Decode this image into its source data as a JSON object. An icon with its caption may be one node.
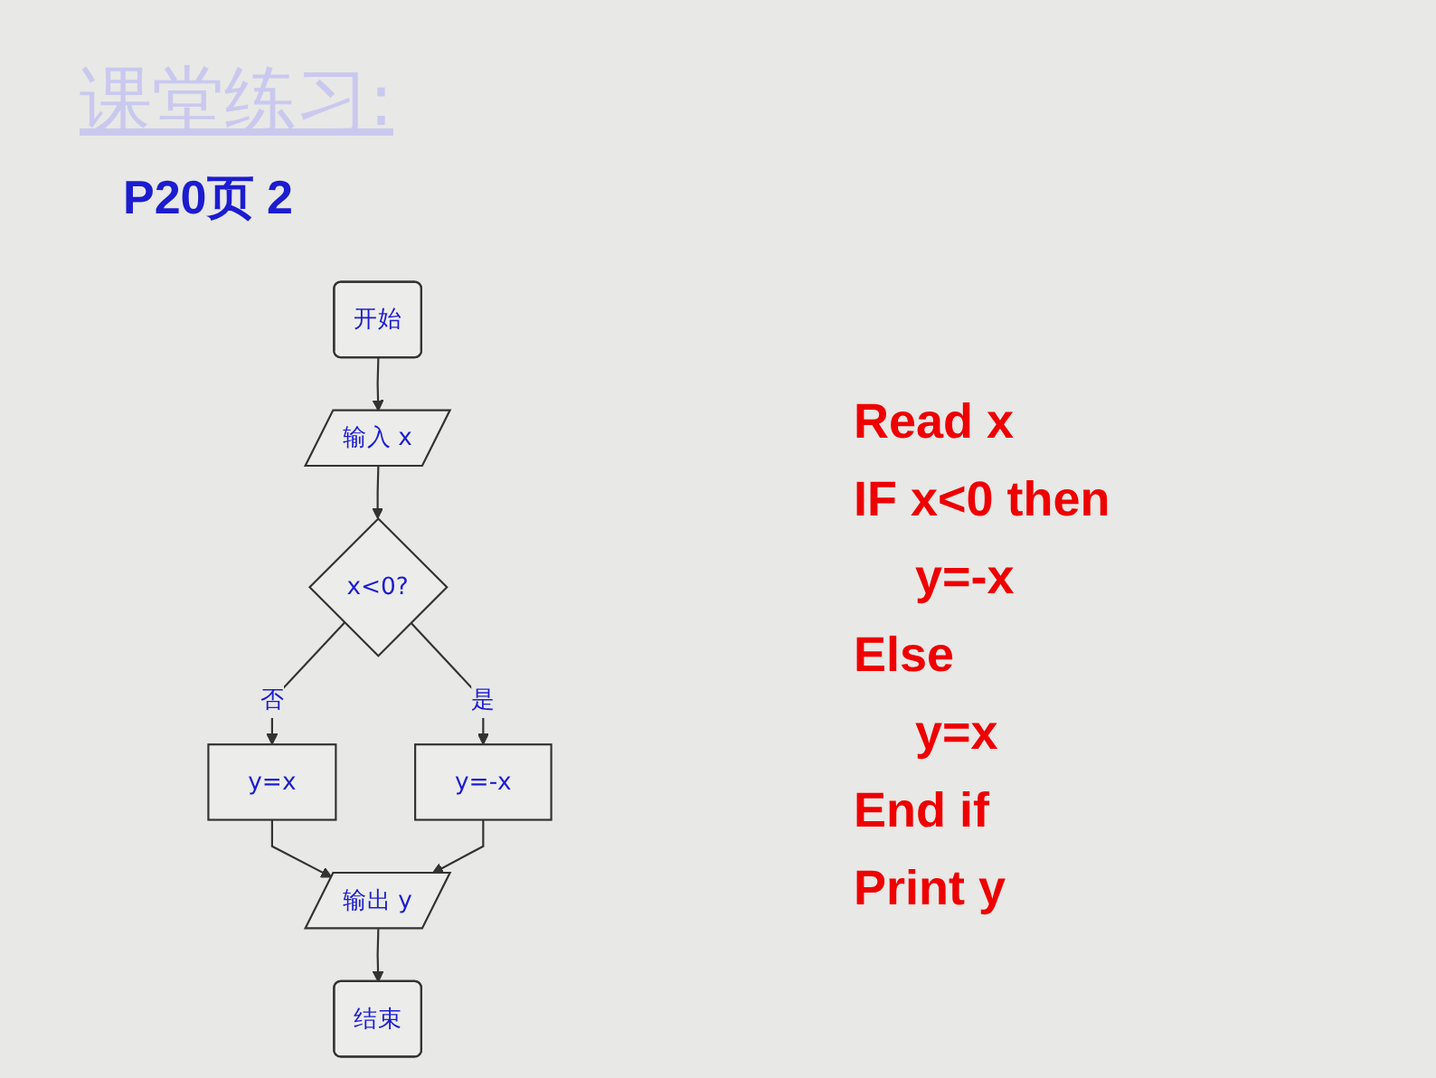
{
  "diagram": {
    "title": "课堂练习:",
    "nodes": [
      {
        "text": [
          "开始"
        ]
      },
      {
        "text": [
          "输入 x"
        ]
      },
      {
        "text": [
          "x<0?"
        ]
      },
      {
        "text": [
          "y=x"
        ]
      },
      {
        "text": [
          "y=-x"
        ]
      },
      {
        "text": [
          "输出 y"
        ]
      },
      {
        "text": [
          "结束"
        ]
      }
    ],
    "edges": [
      {
        "from": 0,
        "to": 1,
        "arrow": "to"
      },
      {
        "from": 1,
        "to": 2,
        "arrow": "to"
      },
      {
        "from": 2,
        "to": 3,
        "arrow": "to",
        "label": "否"
      },
      {
        "from": 2,
        "to": 4,
        "arrow": "to",
        "label": "是"
      },
      {
        "from": 3,
        "to": 5,
        "arrow": "to"
      },
      {
        "from": 4,
        "to": 5,
        "arrow": "to"
      },
      {
        "from": 5,
        "to": 6,
        "arrow": "to"
      }
    ],
    "labels": [
      "P20页 2",
      "Read x",
      "IF x<0 then",
      "y=-x",
      "Else",
      "y=x",
      "End if",
      "Print y"
    ]
  }
}
